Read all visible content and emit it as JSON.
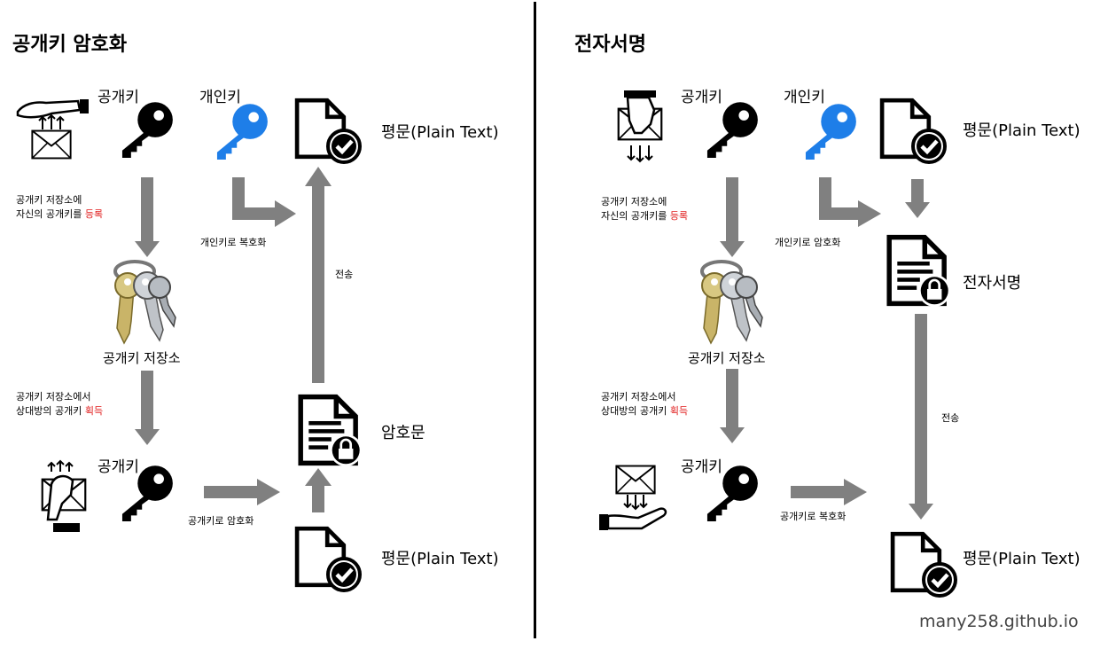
{
  "left": {
    "title": "공개키 암호화",
    "public_key_label_top": "공개키",
    "private_key_label": "개인키",
    "plaintext_top": "평문(Plain Text)",
    "register_line1": "공개키 저장소에",
    "register_line2_pre": "자신의 공개키를 ",
    "register_line2_em": "등록",
    "decrypt_label": "개인키로 복호화",
    "transfer_label": "전송",
    "store_label": "공개키 저장소",
    "obtain_line1": "공개키 저장소에서",
    "obtain_line2_pre": "상대방의 공개키 ",
    "obtain_line2_em": "획득",
    "public_key_label_bottom": "공개키",
    "ciphertext_label": "암호문",
    "encrypt_label": "공개키로 암호화",
    "plaintext_bottom": "평문(Plain Text)"
  },
  "right": {
    "title": "전자서명",
    "public_key_label_top": "공개키",
    "private_key_label": "개인키",
    "plaintext_top": "평문(Plain Text)",
    "register_line1": "공개키 저장소에",
    "register_line2_pre": "자신의 공개키를 ",
    "register_line2_em": "등록",
    "encrypt_label": "개인키로 암호화",
    "signature_label": "전자서명",
    "store_label": "공개키 저장소",
    "transfer_label": "전송",
    "obtain_line1": "공개키 저장소에서",
    "obtain_line2_pre": "상대방의 공개키 ",
    "obtain_line2_em": "획득",
    "public_key_label_bottom": "공개키",
    "decrypt_label": "공개키로 복호화",
    "plaintext_bottom": "평문(Plain Text)"
  },
  "footer": "many258.github.io",
  "colors": {
    "private_key": "#1e7ee8",
    "public_key": "#000000",
    "arrow": "#808080",
    "accent_text": "#e01b1b"
  }
}
